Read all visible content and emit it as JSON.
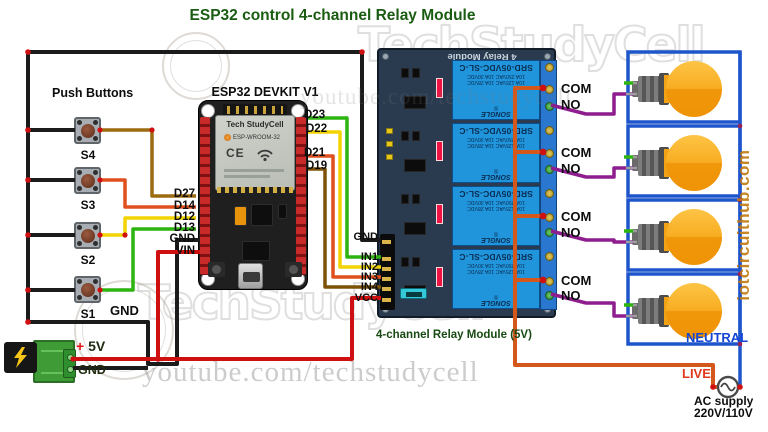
{
  "title": "ESP32 control 4-channel Relay Module",
  "watermarks": {
    "brand": "TechStudyCell",
    "youtube": "youtube.com/techstudycell",
    "website": "iotcircuithub.com"
  },
  "push_buttons": {
    "heading": "Push Buttons",
    "labels": [
      "S4",
      "S3",
      "S2",
      "S1"
    ]
  },
  "esp32": {
    "board_title": "ESP32 DEVKIT V1",
    "shield_brand": "Tech StudyCell",
    "shield_module": "ESP-WROOM-32",
    "shield_ce": "CE",
    "left_pins": [
      "D27",
      "D14",
      "D12",
      "D13",
      "GND",
      "VIN"
    ],
    "right_pins": [
      "D23",
      "D22",
      "D21",
      "D19"
    ]
  },
  "relay_module": {
    "top_label": "4 Relay Module",
    "caption": "4-channel Relay Module (5V)",
    "pins": [
      "GND",
      "IN1",
      "IN2",
      "IN3",
      "IN4",
      "VCC"
    ],
    "relay_name": "SRD-05VDC-SL-C",
    "relay_spec1": "10A 250VAC  10A 30VDC",
    "relay_spec2": "10A 125VAC  10A 28VDC",
    "relay_reg": "®",
    "relay_brand": "SONGLE",
    "channels": [
      {
        "com": "COM",
        "no": "NO"
      },
      {
        "com": "COM",
        "no": "NO"
      },
      {
        "com": "COM",
        "no": "NO"
      },
      {
        "com": "COM",
        "no": "NO"
      }
    ]
  },
  "power_supply": {
    "plus": "+",
    "volts": "5V",
    "gnd": "GND"
  },
  "gnd_bus_label": "GND",
  "ac": {
    "neutral": "NEUTRAL",
    "live": "LIVE",
    "line1": "AC supply",
    "line2": "220V/110V"
  },
  "colors": {
    "title_green": "#1a5c12",
    "wire_black": "#1b1b1b",
    "wire_red": "#cf1010",
    "wire_green": "#2eb410",
    "wire_yellow": "#f2d400",
    "wire_orange": "#e0501e",
    "wire_brown": "#9c6b10",
    "wire_dark_brown": "#7d5207",
    "wire_live_orange": "#d4581c",
    "wire_purple": "#8e1d8e",
    "wire_blue": "#1f55cc",
    "relay_blue": "#2195dc",
    "pcb_dark": "#2a3b50",
    "bulb_orange": "#f7a81c",
    "neutral_text": "#1446d6",
    "live_text": "#e0391c"
  }
}
